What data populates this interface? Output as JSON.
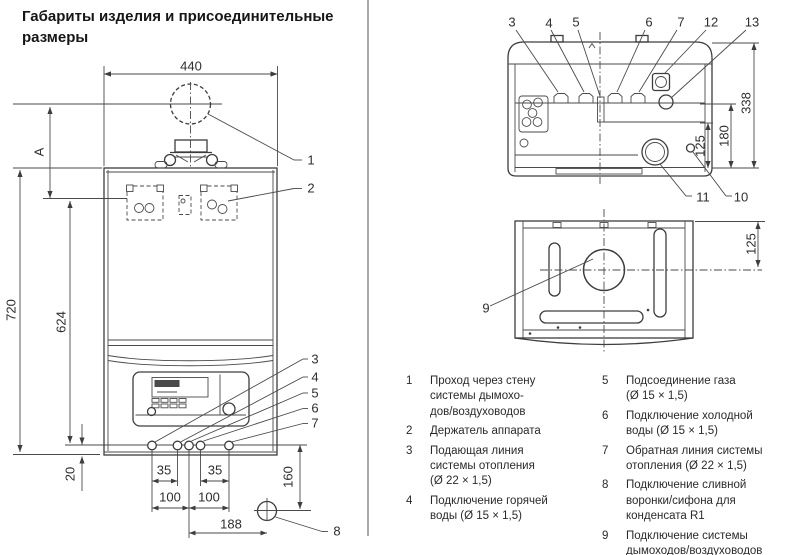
{
  "title": "Габариты изделия и присоединительные размеры",
  "front_view": {
    "dim_width": "440",
    "dim_offset_a": "A",
    "dim_height": "720",
    "dim_bracket": "624",
    "dim_gap": "20",
    "dim_35_left": "35",
    "dim_35_right": "35",
    "dim_100_left": "100",
    "dim_100_right": "100",
    "dim_188": "188",
    "dim_160": "160",
    "callout_1": "1",
    "callout_2": "2",
    "callout_3": "3",
    "callout_4": "4",
    "callout_5": "5",
    "callout_6": "6",
    "callout_7": "7",
    "callout_8": "8"
  },
  "bottom_view": {
    "dim_125": "125",
    "dim_180": "180",
    "dim_338": "338",
    "callout_3": "3",
    "callout_4": "4",
    "callout_5": "5",
    "callout_6": "6",
    "callout_7": "7",
    "callout_12": "12",
    "callout_13": "13",
    "callout_11": "11",
    "callout_10": "10"
  },
  "top_view": {
    "dim_125": "125",
    "callout_9": "9"
  },
  "legend": {
    "left": [
      {
        "num": "1",
        "lines": [
          "Проход через стену",
          "системы дымохо-",
          "дов/воздуховодов"
        ]
      },
      {
        "num": "2",
        "lines": [
          "Держатель аппарата"
        ]
      },
      {
        "num": "3",
        "lines": [
          "Подающая линия",
          "системы отопления",
          "(Ø 22 × 1,5)"
        ]
      },
      {
        "num": "4",
        "lines": [
          "Подключение горячей",
          "воды (Ø 15 × 1,5)"
        ]
      }
    ],
    "right": [
      {
        "num": "5",
        "lines": [
          "Подсоединение газа",
          "(Ø 15 × 1,5)"
        ]
      },
      {
        "num": "6",
        "lines": [
          "Подключение холодной",
          "воды (Ø 15 × 1,5)"
        ]
      },
      {
        "num": "7",
        "lines": [
          "Обратная линия системы",
          "отопления (Ø 22 × 1,5)"
        ]
      },
      {
        "num": "8",
        "lines": [
          "Подключение сливной",
          "воронки/сифона для",
          "конденсата R1"
        ]
      },
      {
        "num": "9",
        "lines": [
          "Подключение системы",
          "дымоходов/воздуховодов"
        ]
      }
    ]
  }
}
